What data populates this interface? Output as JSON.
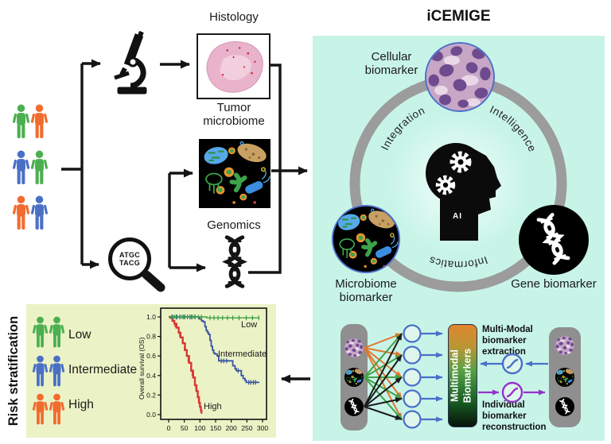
{
  "figure": {
    "title": "iCEMIGE",
    "modalities": {
      "histology": "Histology",
      "tumor_microbiome": "Tumor microbiome",
      "genomics": "Genomics",
      "magnifier_line1": "ATGC",
      "magnifier_line2": "TACG"
    },
    "cohort_rows": [
      {
        "left_color": "#4caf50",
        "right_color": "#f26b2e"
      },
      {
        "left_color": "#4a70c6",
        "right_color": "#4caf50"
      },
      {
        "left_color": "#f26b2e",
        "right_color": "#4a70c6"
      }
    ]
  },
  "icemige": {
    "title": "iCEMIGE",
    "ring": {
      "integration": "Integration",
      "intelligence": "Intelligence",
      "informatics": "Informatics"
    },
    "ai_label": "AI",
    "biomarker_nodes": {
      "cellular": "Cellular biomarker",
      "microbiome": "Microbiome biomarker",
      "gene": "Gene biomarker"
    },
    "network": {
      "bar_label": "Multimodal Biomarkers",
      "extraction": "Multi-Modal biomarker extraction",
      "reconstruction": "Individual biomarker reconstruction"
    }
  },
  "risk": {
    "title": "Risk stratification",
    "groups": [
      {
        "label": "Low",
        "color": "#4caf50"
      },
      {
        "label": "Intermediate",
        "color": "#4a70c6"
      },
      {
        "label": "High",
        "color": "#f26b2e"
      }
    ]
  },
  "chart_data": {
    "type": "line",
    "subtype": "kaplan-meier-step",
    "title": "",
    "xlabel": "",
    "ylabel": "Overall survival (OS)",
    "xlim": [
      0,
      300
    ],
    "ylim": [
      0.0,
      1.0
    ],
    "xticks": [
      0,
      50,
      100,
      150,
      200,
      250,
      300
    ],
    "yticks": [
      1.0,
      0.8,
      0.6,
      0.4,
      0.2,
      0.0
    ],
    "grid": false,
    "series": [
      {
        "name": "High",
        "color": "#d93636",
        "width": 2.4,
        "points": [
          [
            0,
            1.0
          ],
          [
            6,
            0.99
          ],
          [
            12,
            0.96
          ],
          [
            18,
            0.93
          ],
          [
            25,
            0.89
          ],
          [
            32,
            0.84
          ],
          [
            38,
            0.79
          ],
          [
            45,
            0.73
          ],
          [
            52,
            0.66
          ],
          [
            58,
            0.6
          ],
          [
            65,
            0.53
          ],
          [
            72,
            0.45
          ],
          [
            78,
            0.38
          ],
          [
            84,
            0.3
          ],
          [
            89,
            0.24
          ],
          [
            93,
            0.18
          ],
          [
            97,
            0.12
          ],
          [
            100,
            0.08
          ],
          [
            103,
            0.04
          ],
          [
            105,
            0.01
          ]
        ],
        "censors": [
          [
            20,
            0.92
          ],
          [
            35,
            0.82
          ],
          [
            50,
            0.68
          ],
          [
            62,
            0.56
          ],
          [
            75,
            0.42
          ],
          [
            87,
            0.27
          ],
          [
            95,
            0.15
          ]
        ]
      },
      {
        "name": "Intermediate",
        "color": "#3953a4",
        "width": 1.8,
        "points": [
          [
            0,
            1.0
          ],
          [
            92,
            1.0
          ],
          [
            98,
            0.98
          ],
          [
            105,
            0.96
          ],
          [
            110,
            0.95
          ],
          [
            116,
            0.9
          ],
          [
            120,
            0.86
          ],
          [
            124,
            0.84
          ],
          [
            128,
            0.82
          ],
          [
            132,
            0.76
          ],
          [
            136,
            0.7
          ],
          [
            140,
            0.66
          ],
          [
            144,
            0.63
          ],
          [
            148,
            0.62
          ],
          [
            155,
            0.6
          ],
          [
            160,
            0.55
          ],
          [
            198,
            0.55
          ],
          [
            205,
            0.5
          ],
          [
            212,
            0.47
          ],
          [
            216,
            0.45
          ],
          [
            228,
            0.45
          ],
          [
            232,
            0.4
          ],
          [
            238,
            0.37
          ],
          [
            244,
            0.35
          ],
          [
            248,
            0.33
          ],
          [
            290,
            0.33
          ]
        ],
        "censors": [
          [
            12,
            1.0
          ],
          [
            24,
            1.0
          ],
          [
            36,
            1.0
          ],
          [
            48,
            1.0
          ],
          [
            60,
            1.0
          ],
          [
            72,
            1.0
          ],
          [
            84,
            1.0
          ],
          [
            168,
            0.55
          ],
          [
            176,
            0.55
          ],
          [
            185,
            0.55
          ],
          [
            222,
            0.45
          ],
          [
            256,
            0.33
          ],
          [
            263,
            0.33
          ],
          [
            271,
            0.33
          ],
          [
            278,
            0.33
          ]
        ]
      },
      {
        "name": "Low",
        "color": "#3c9e47",
        "width": 1.4,
        "points": [
          [
            0,
            1.0
          ],
          [
            115,
            1.0
          ],
          [
            122,
            0.99
          ],
          [
            290,
            0.99
          ]
        ],
        "censors": [
          [
            10,
            1.0
          ],
          [
            18,
            1.0
          ],
          [
            27,
            1.0
          ],
          [
            35,
            1.0
          ],
          [
            43,
            1.0
          ],
          [
            52,
            1.0
          ],
          [
            60,
            1.0
          ],
          [
            68,
            1.0
          ],
          [
            77,
            1.0
          ],
          [
            85,
            1.0
          ],
          [
            95,
            1.0
          ],
          [
            105,
            1.0
          ],
          [
            132,
            0.99
          ],
          [
            145,
            0.99
          ],
          [
            158,
            0.99
          ],
          [
            172,
            0.99
          ],
          [
            188,
            0.99
          ],
          [
            205,
            0.99
          ],
          [
            225,
            0.99
          ],
          [
            248,
            0.99
          ],
          [
            268,
            0.99
          ],
          [
            288,
            0.99
          ]
        ]
      }
    ]
  },
  "colors": {
    "panel_teal": "#c8f4e8",
    "panel_yellow": "#ebf3c6",
    "ring_gray": "#9c9c9c",
    "bar_gray": "#8f8f8f",
    "node_blue": "#4a6fc9",
    "arrow_orange": "#e0762e",
    "arrow_green": "#43a047",
    "arrow_black": "#1a1a1a",
    "arrow_purple": "#9333c9"
  }
}
